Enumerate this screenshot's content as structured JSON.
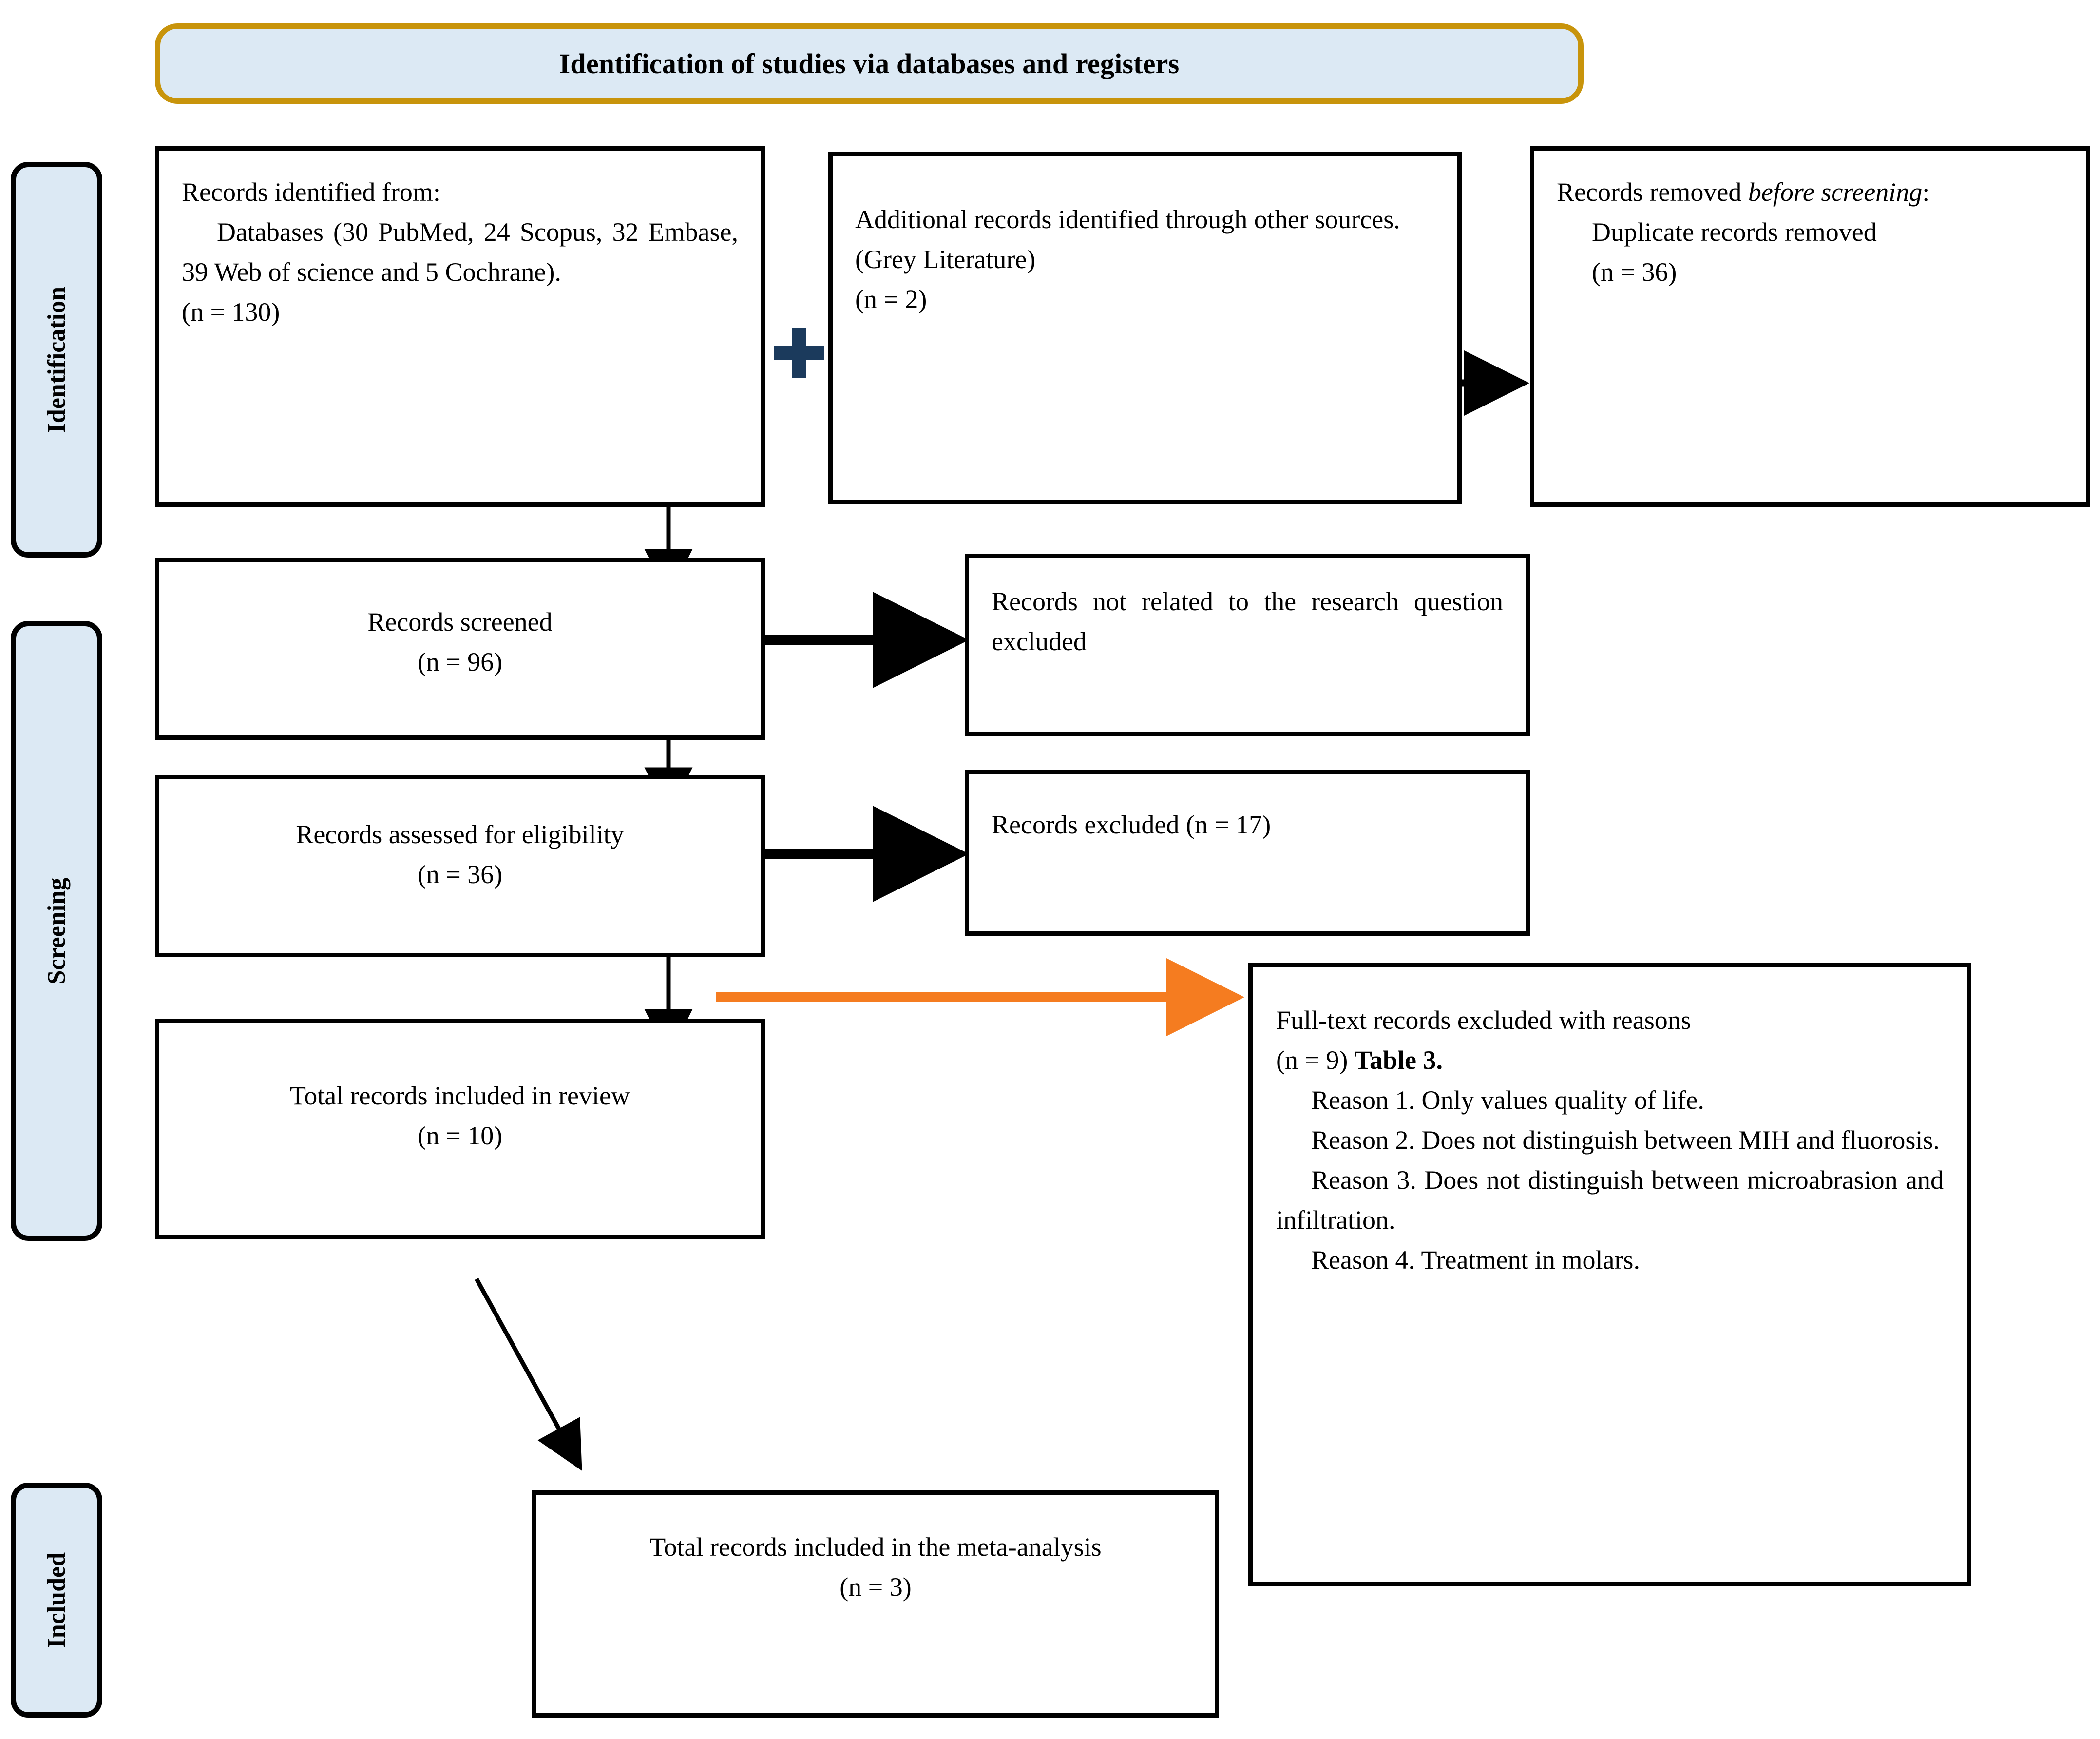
{
  "banner": {
    "title": "Identification of studies via databases and registers",
    "fill_color": "#dce9f4",
    "border_color": "#c8940b"
  },
  "stages": [
    {
      "label": "Identification"
    },
    {
      "label": "Screening"
    },
    {
      "label": "Included"
    }
  ],
  "plus_symbol": {
    "glyph": "+",
    "color": "#1b3a5c"
  },
  "arrow_colors": {
    "black": "#000000",
    "orange": "#f57c20"
  },
  "boxes": {
    "identified": {
      "line1": "Records identified from:",
      "line2": "Databases (30 PubMed, 24 Scopus, 32 Embase, 39 Web of science and 5   Cochrane).",
      "line3": "(n = 130)"
    },
    "additional": {
      "line1": "Additional records identified through other sources.",
      "line2": "(Grey Literature)",
      "line3": "(n = 2)"
    },
    "removed": {
      "line1_prefix": "Records removed ",
      "line1_italic": "before screening",
      "line1_suffix": ":",
      "line2": "Duplicate records removed",
      "line3": "(n = 36)"
    },
    "screened": {
      "line1": "Records screened",
      "line2": "(n = 96)"
    },
    "not_related": {
      "line1": "Records not related to the research question excluded"
    },
    "eligibility": {
      "line1": "Records assessed for eligibility",
      "line2": "(n = 36)"
    },
    "excluded": {
      "line1": "Records excluded (n = 17)"
    },
    "in_review": {
      "line1": "Total records included in review",
      "line2": "(n = 10)"
    },
    "full_text": {
      "line1": "Full-text records excluded with reasons",
      "line2_prefix": "(n = 9) ",
      "line2_bold": "Table 3.",
      "reasons": [
        "Reason 1. Only values quality of life.",
        "Reason 2. Does not distinguish between MIH and fluorosis.",
        "Reason 3. Does not distinguish between microabrasion    and infiltration.",
        "Reason 4. Treatment in molars."
      ]
    },
    "meta": {
      "line1": "Total records included in the meta-analysis",
      "line2": "(n = 3)"
    }
  },
  "chart_data": {
    "type": "diagram",
    "title": "PRISMA flow diagram",
    "nodes": [
      {
        "id": "identified",
        "label": "Records identified from: Databases (30 PubMed, 24 Scopus, 32 Embase, 39 Web of science and 5 Cochrane).",
        "n": 130
      },
      {
        "id": "additional",
        "label": "Additional records identified through other sources. (Grey Literature)",
        "n": 2
      },
      {
        "id": "removed",
        "label": "Records removed before screening: Duplicate records removed",
        "n": 36
      },
      {
        "id": "screened",
        "label": "Records screened",
        "n": 96
      },
      {
        "id": "not_related",
        "label": "Records not related to the research question excluded",
        "n": null
      },
      {
        "id": "eligibility",
        "label": "Records assessed for eligibility",
        "n": 36
      },
      {
        "id": "excluded",
        "label": "Records excluded",
        "n": 17
      },
      {
        "id": "in_review",
        "label": "Total records included in review",
        "n": 10
      },
      {
        "id": "full_text",
        "label": "Full-text records excluded with reasons",
        "n": 9
      },
      {
        "id": "meta",
        "label": "Total records included in the meta-analysis",
        "n": 3
      }
    ],
    "edges": [
      {
        "from": "additional",
        "to": "removed",
        "color": "#000000"
      },
      {
        "from": "identified",
        "to": "screened",
        "color": "#000000"
      },
      {
        "from": "screened",
        "to": "not_related",
        "color": "#000000"
      },
      {
        "from": "screened",
        "to": "eligibility",
        "color": "#000000"
      },
      {
        "from": "eligibility",
        "to": "excluded",
        "color": "#000000"
      },
      {
        "from": "eligibility",
        "to": "in_review",
        "color": "#000000"
      },
      {
        "from": "in_review",
        "to": "full_text",
        "color": "#f57c20"
      },
      {
        "from": "in_review",
        "to": "meta",
        "color": "#000000"
      }
    ]
  }
}
